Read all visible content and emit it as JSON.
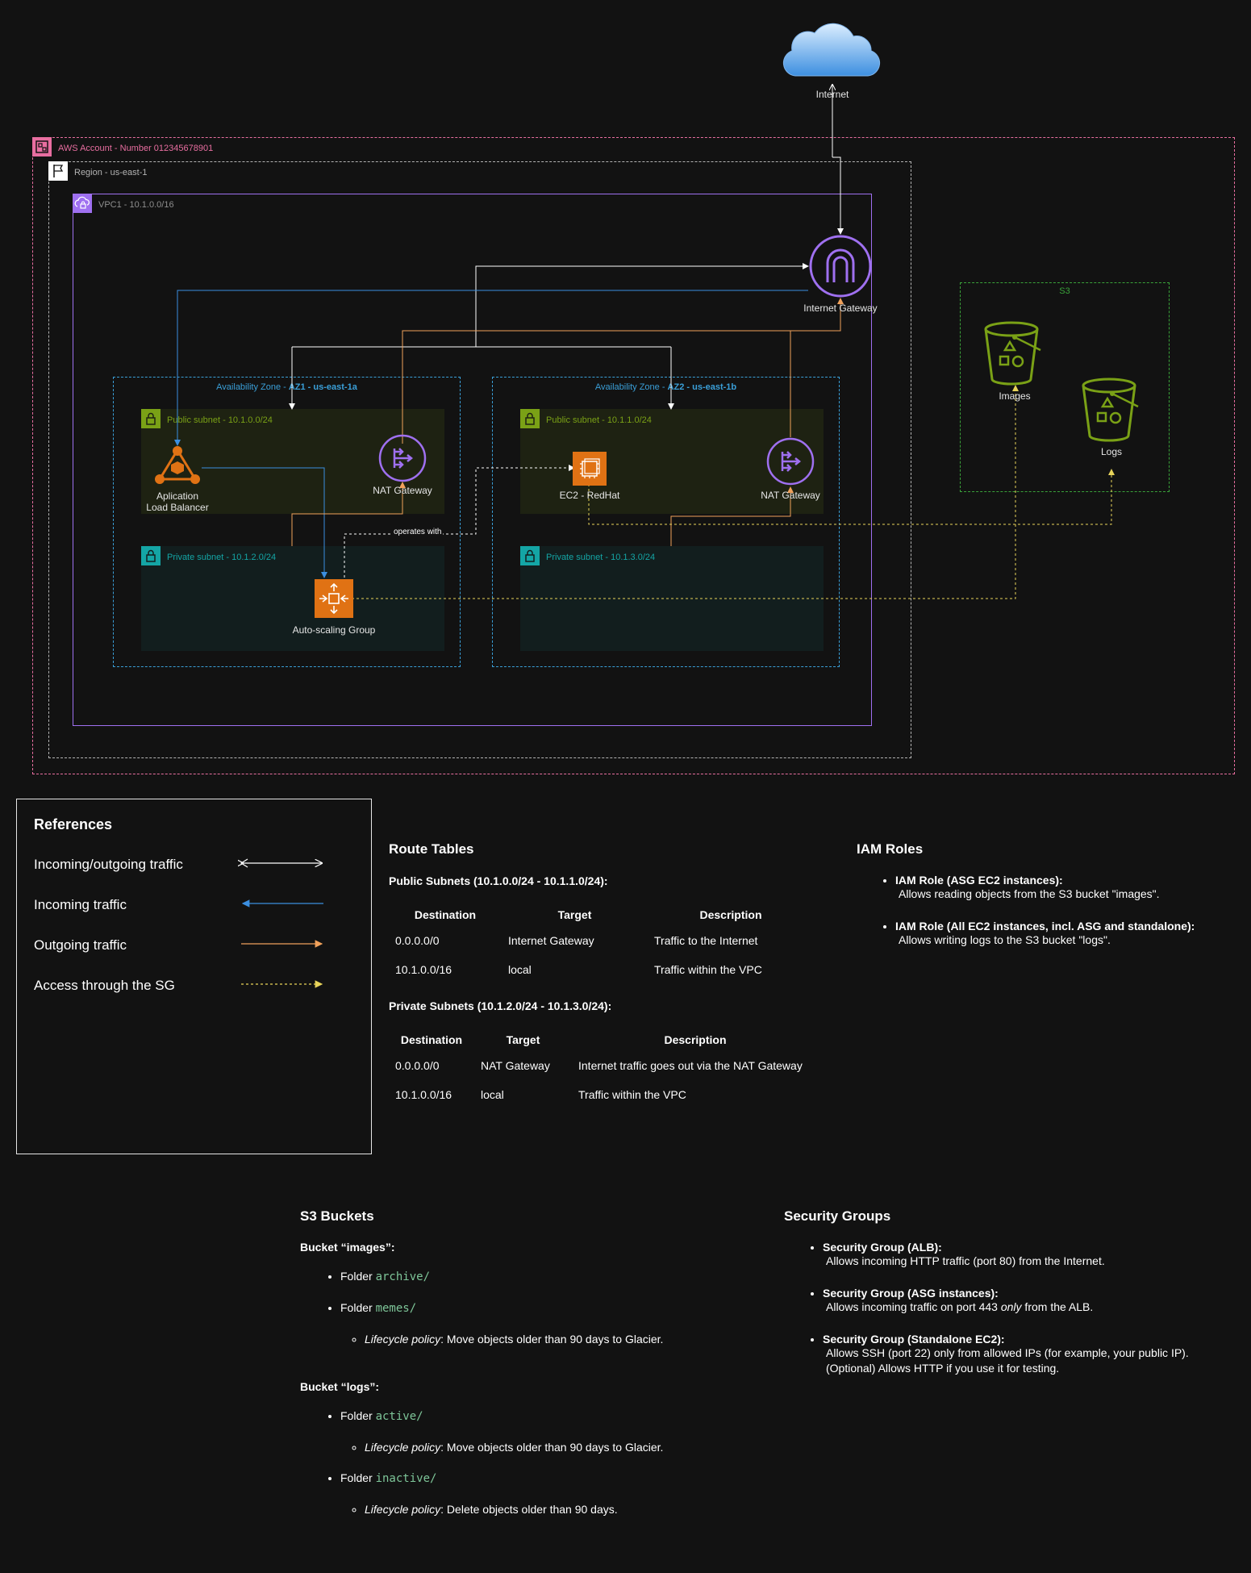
{
  "colors": {
    "background": "#121212",
    "account": "#e86ea0",
    "region": "#b3b3b3",
    "vpc": "#9f70f0",
    "az": "#3a9fd8",
    "public_subnet": "#7aa116",
    "private_subnet": "#14a5a5",
    "s3": "#3aa33a",
    "incoming_outgoing": "#ffffff",
    "incoming": "#3b8fe0",
    "outgoing": "#f0a15b",
    "sg_access": "#e8d45a",
    "orange_service": "#e07214"
  },
  "diagram": {
    "internet": "Internet",
    "account": "AWS Account - Number 012345678901",
    "region": "Region - us-east-1",
    "vpc": "VPC1 - 10.1.0.0/16",
    "igw": "Internet Gateway",
    "az1": {
      "prefix": "Availability Zone - ",
      "bold": "AZ1 - us-east-1a"
    },
    "az2": {
      "prefix": "Availability Zone - ",
      "bold": "AZ2 - us-east-1b"
    },
    "pub1": "Public subnet - 10.1.0.0/24",
    "pub2": "Public subnet - 10.1.1.0/24",
    "priv1": "Private subnet - 10.1.2.0/24",
    "priv2": "Private subnet - 10.1.3.0/24",
    "alb_line1": "Aplication",
    "alb_line2": "Load Balancer",
    "nat1": "NAT Gateway",
    "nat2": "NAT Gateway",
    "ec2": "EC2 - RedHat",
    "asg": "Auto-scaling Group",
    "operates_with": "operates with",
    "s3": "S3",
    "bucket_images": "Images",
    "bucket_logs": "Logs"
  },
  "legend": {
    "title": "References",
    "items": [
      {
        "label": "Incoming/outgoing traffic",
        "icon": "double-arrow"
      },
      {
        "label": "Incoming traffic",
        "icon": "left-arrow"
      },
      {
        "label": "Outgoing traffic",
        "icon": "right-arrow"
      },
      {
        "label": "Access through the SG",
        "icon": "dashed-right-arrow"
      }
    ]
  },
  "route_tables": {
    "title": "Route Tables",
    "public": {
      "title": "Public Subnets (10.1.0.0/24 - 10.1.1.0/24):",
      "headers": [
        "Destination",
        "Target",
        "Description"
      ],
      "rows": [
        [
          "0.0.0.0/0",
          "Internet Gateway",
          "Traffic to the Internet"
        ],
        [
          "10.1.0.0/16",
          "local",
          "Traffic within the VPC"
        ]
      ]
    },
    "private": {
      "title": "Private Subnets (10.1.2.0/24 - 10.1.3.0/24):",
      "headers": [
        "Destination",
        "Target",
        "Description"
      ],
      "rows": [
        [
          "0.0.0.0/0",
          "NAT Gateway",
          "Internet traffic goes out via the NAT Gateway"
        ],
        [
          "10.1.0.0/16",
          "local",
          "Traffic within the VPC"
        ]
      ]
    }
  },
  "iam": {
    "title": "IAM Roles",
    "items": [
      {
        "name": "IAM Role (ASG EC2 instances):",
        "desc": "Allows reading objects from the S3 bucket \"images\"."
      },
      {
        "name": "IAM Role (All EC2 instances, incl. ASG and standalone):",
        "desc": "Allows writing logs to the S3 bucket \"logs\"."
      }
    ]
  },
  "s3_buckets": {
    "title": "S3 Buckets",
    "images": {
      "title": "Bucket “images”:",
      "folder_word": "Folder",
      "folders": [
        "archive/",
        "memes/"
      ],
      "policy_label": "Lifecycle policy",
      "memes_policy": ": Move objects older than 90 days to Glacier."
    },
    "logs": {
      "title": "Bucket “logs”:",
      "folder_word": "Folder",
      "folders": [
        "active/",
        "inactive/"
      ],
      "policy_label": "Lifecycle policy",
      "active_policy": ": Move objects older than 90 days to Glacier.",
      "inactive_policy": ": Delete objects older than 90 days."
    }
  },
  "security_groups": {
    "title": "Security Groups",
    "items": [
      {
        "name": "Security Group (ALB):",
        "desc": "Allows incoming HTTP traffic (port 80) from the Internet."
      },
      {
        "name": "Security Group (ASG instances):",
        "desc_pre": "Allows incoming traffic on port 443 ",
        "desc_em": "only",
        "desc_post": " from the ALB."
      },
      {
        "name": "Security Group (Standalone EC2):",
        "desc": "Allows SSH (port 22) only from allowed IPs (for example, your public IP).",
        "desc2": "(Optional) Allows HTTP if you use it for testing."
      }
    ]
  }
}
